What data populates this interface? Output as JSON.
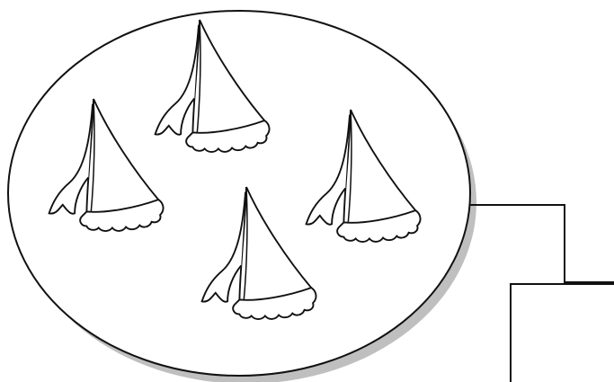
{
  "figure": {
    "background_color": "#ffffff",
    "line_color": "#111111",
    "shadow_color": "#8a8a8a",
    "group": {
      "shape": "oval",
      "item_icon": "dunce-cap-icon",
      "item_count": 4
    },
    "connector": {
      "style": "elbow-lines"
    }
  }
}
